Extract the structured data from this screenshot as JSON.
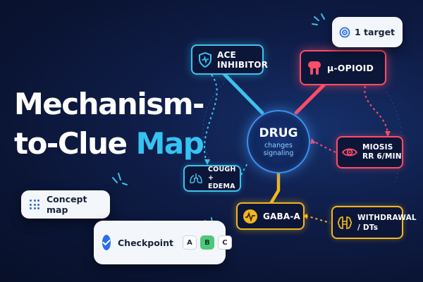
{
  "title": {
    "line1": "Mechanism-",
    "line2_prefix": "to-Clue",
    "line2_accent": "Map"
  },
  "center": {
    "title": "DRUG",
    "subtitle_line1": "changes",
    "subtitle_line2": "signaling"
  },
  "nodes": {
    "ace": {
      "line1": "ACE",
      "line2": "INHIBITOR",
      "icon": "shield-heartbeat-icon"
    },
    "mu": {
      "label": "μ-OPIOID",
      "icon": "receptor-icon"
    },
    "cough": {
      "line1": "COUGH",
      "line2": "+ EDEMA",
      "icon": "lungs-icon"
    },
    "miosis": {
      "line1": "MIOSIS",
      "line2": "RR 6/MIN",
      "icon": "eye-icon"
    },
    "gaba": {
      "label": "GABA-A",
      "icon": "wave-icon"
    },
    "withdrawal": {
      "line1": "WITHDRAWAL",
      "line2": "/ DTs",
      "icon": "brain-icon"
    }
  },
  "cards": {
    "concept": {
      "label": "Concept map",
      "icon": "grid-dots-icon"
    },
    "checkpoint": {
      "label": "Checkpoint",
      "icon": "check-icon",
      "options": [
        "A",
        "B",
        "C"
      ],
      "selected": "B"
    },
    "target": {
      "label": "1 target",
      "icon": "target-icon"
    }
  },
  "colors": {
    "background": "#0f1d48",
    "blue": "#3cc3ee",
    "red": "#ff4c68",
    "yellow": "#f2b71f",
    "center": "#3f8eea",
    "accent_text": "#35c3f2",
    "selected_chip": "#4fc77a"
  }
}
